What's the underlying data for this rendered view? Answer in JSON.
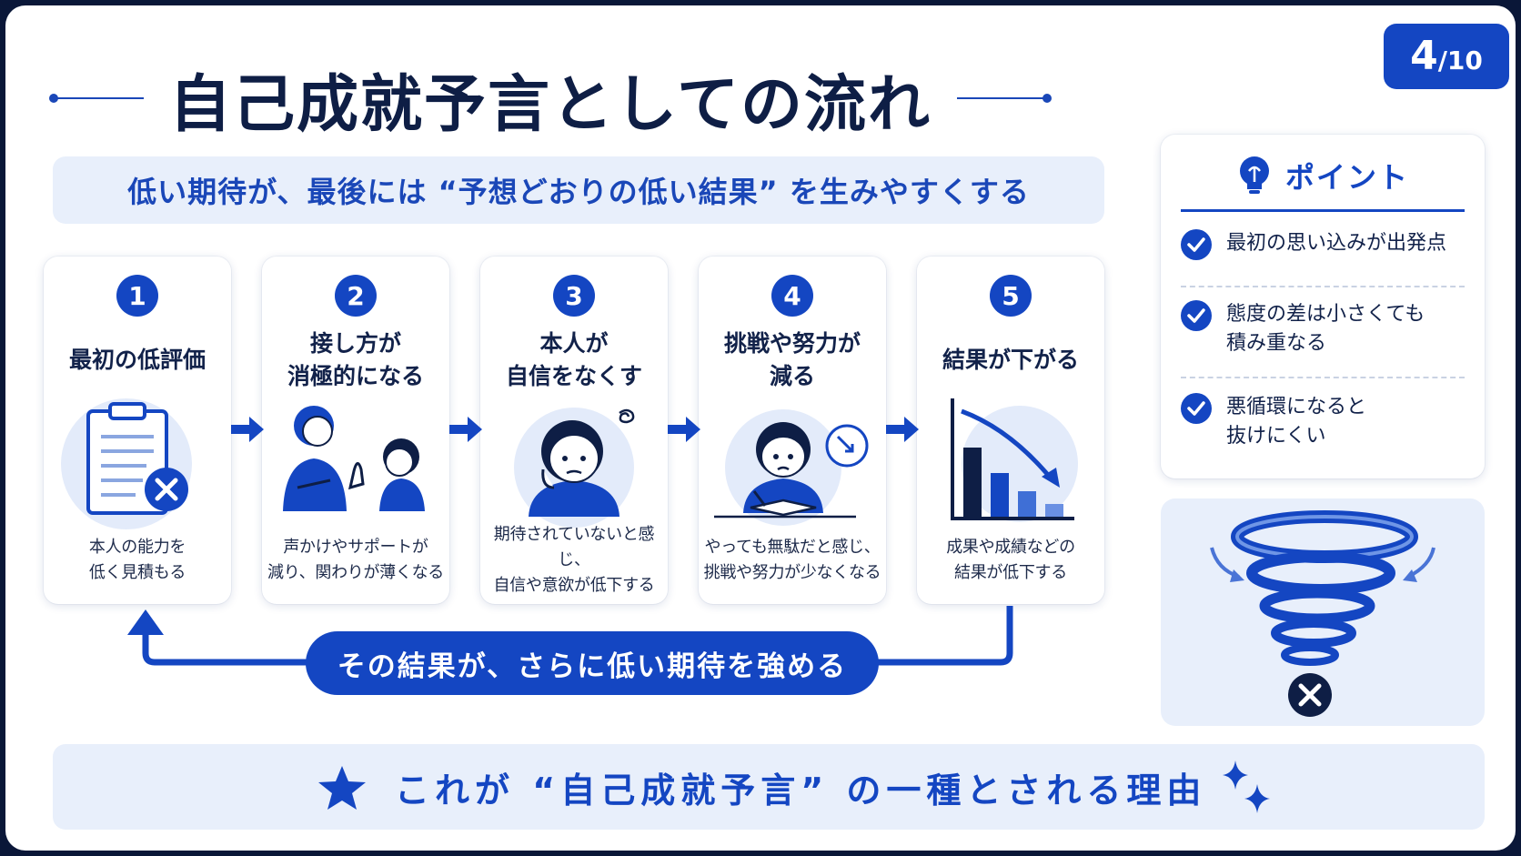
{
  "page": {
    "current": "4",
    "total": "/10"
  },
  "title": "自己成就予言としての流れ",
  "subtitle": "低い期待が、最後には “予想どおりの低い結果” を生みやすくする",
  "steps": [
    {
      "number": "1",
      "title": "最初の低評価",
      "description": "本人の能力を\n低く見積もる",
      "illustration": "clipboard-x-icon"
    },
    {
      "number": "2",
      "title": "接し方が\n消極的になる",
      "description": "声かけやサポートが\n減り、関わりが薄くなる",
      "illustration": "adult-child-stop-icon"
    },
    {
      "number": "3",
      "title": "本人が\n自信をなくす",
      "description": "期待されていないと感じ、\n自信や意欲が低下する",
      "illustration": "worried-child-icon"
    },
    {
      "number": "4",
      "title": "挑戦や努力が\n減る",
      "description": "やっても無駄だと感じ、\n挑戦や努力が少なくなる",
      "illustration": "studying-child-icon"
    },
    {
      "number": "5",
      "title": "結果が下がる",
      "description": "成果や成績などの\n結果が低下する",
      "illustration": "declining-bar-chart-icon"
    }
  ],
  "loop_label": "その結果が、さらに低い期待を強める",
  "points": {
    "title": "ポイント",
    "items": [
      "最初の思い込みが出発点",
      "態度の差は小さくても\n積み重なる",
      "悪循環になると\n抜けにくい"
    ]
  },
  "vortex": {
    "icon": "vortex-x-icon"
  },
  "conclusion": "これが “自己成就予言” の一種とされる理由",
  "colors": {
    "primary": "#1446c2",
    "navy": "#0e1e45",
    "light_panel": "#e8effb"
  }
}
